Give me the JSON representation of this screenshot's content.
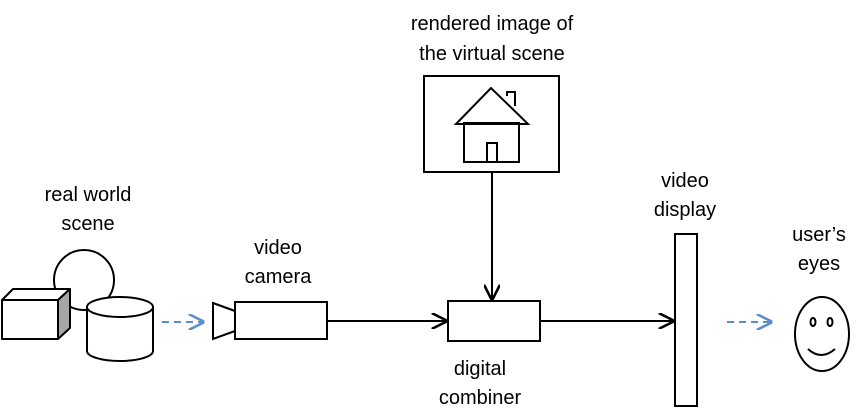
{
  "labels": {
    "rendered_line1": "rendered image of",
    "rendered_line2": "the virtual scene",
    "real_world_line1": "real world",
    "real_world_line2": "scene",
    "video_camera_line1": "video",
    "video_camera_line2": "camera",
    "video_display_line1": "video",
    "video_display_line2": "display",
    "users_eyes_line1": "user’s",
    "users_eyes_line2": "eyes",
    "combiner_line1": "digital",
    "combiner_line2": "combiner"
  },
  "colors": {
    "stroke": "#000000",
    "dashed_arrow": "#5b8ec6",
    "cube_side": "#a6a6a6"
  },
  "icons": [
    "house-icon",
    "camera-icon",
    "smiley-face-icon",
    "cube-icon",
    "sphere-icon",
    "cylinder-icon"
  ]
}
